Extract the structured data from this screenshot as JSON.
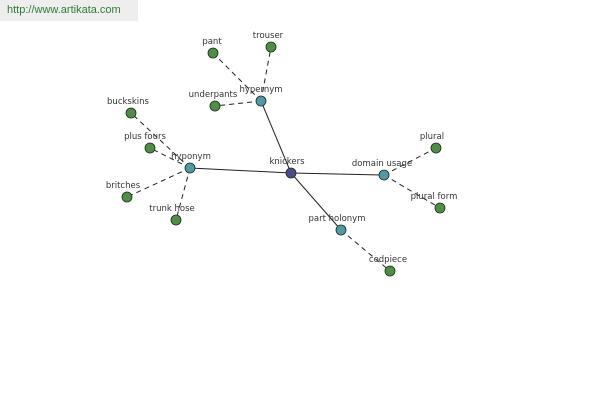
{
  "url": "http://www.artikata.com",
  "colors": {
    "center": "#4a4d8c",
    "relation": "#4f9aa3",
    "leaf": "#4f8f45",
    "edge": "#222222"
  },
  "graph": {
    "center": {
      "id": "knickers",
      "label": "knickers"
    },
    "relations": [
      {
        "id": "hypernym",
        "label": "hypernym"
      },
      {
        "id": "hyponym",
        "label": "hyponym"
      },
      {
        "id": "domain-usage",
        "label": "domain usage"
      },
      {
        "id": "part-holonym",
        "label": "part holonym"
      }
    ],
    "leaves": [
      {
        "id": "pant",
        "label": "pant",
        "parent": "hypernym"
      },
      {
        "id": "trouser",
        "label": "trouser",
        "parent": "hypernym"
      },
      {
        "id": "underpants",
        "label": "underpants",
        "parent": "hypernym"
      },
      {
        "id": "buckskins",
        "label": "buckskins",
        "parent": "hyponym"
      },
      {
        "id": "plus-fours",
        "label": "plus fours",
        "parent": "hyponym"
      },
      {
        "id": "britches",
        "label": "britches",
        "parent": "hyponym"
      },
      {
        "id": "trunk-hose",
        "label": "trunk hose",
        "parent": "hyponym"
      },
      {
        "id": "plural",
        "label": "plural",
        "parent": "domain-usage"
      },
      {
        "id": "plural-form",
        "label": "plural form",
        "parent": "domain-usage"
      },
      {
        "id": "codpiece",
        "label": "codpiece",
        "parent": "part-holonym"
      }
    ]
  }
}
